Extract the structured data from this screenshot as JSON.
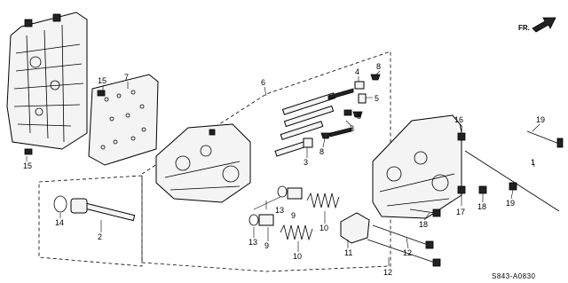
{
  "diagram": {
    "code": "S843-A0830",
    "direction_label": "FR.",
    "callouts": {
      "c1": "1",
      "c2": "2",
      "c3a": "3",
      "c3b": "3",
      "c4": "4",
      "c5": "5",
      "c6": "6",
      "c7": "7",
      "c8a": "8",
      "c8b": "8",
      "c8c": "8",
      "c9a": "9",
      "c9b": "9",
      "c10a": "10",
      "c10b": "10",
      "c11": "11",
      "c12a": "12",
      "c12b": "12",
      "c13a": "13",
      "c13b": "13",
      "c14": "14",
      "c15a": "15",
      "c15b": "15",
      "c16": "16",
      "c17": "17",
      "c18a": "18",
      "c18b": "18",
      "c19a": "19",
      "c19b": "19"
    }
  }
}
